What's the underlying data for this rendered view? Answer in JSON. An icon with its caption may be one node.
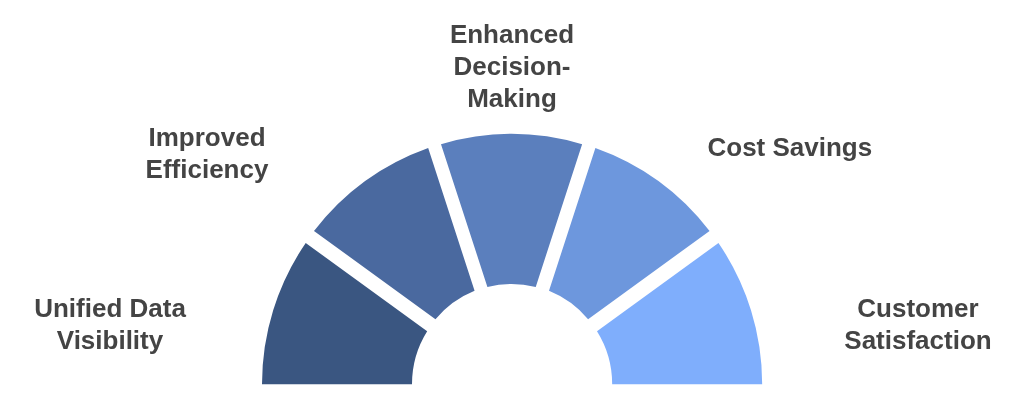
{
  "diagram": {
    "nodes": [
      {
        "text": [
          "Unified Data Visibility"
        ]
      },
      {
        "text": [
          "Improved Efficiency"
        ]
      },
      {
        "text": [
          "Enhanced Decision-Making"
        ]
      },
      {
        "text": [
          "Cost Savings"
        ]
      },
      {
        "text": [
          "Customer Satisfaction"
        ]
      }
    ]
  }
}
